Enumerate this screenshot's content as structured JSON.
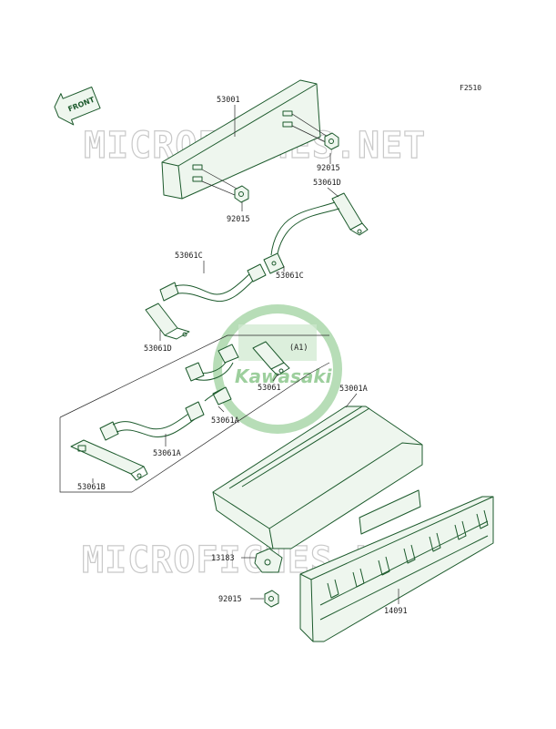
{
  "diagram": {
    "ref_code": "F2510",
    "direction_label": "FRONT",
    "watermark_text": "MICROFICHES.NET",
    "logo_text": "Kawasaki",
    "note_label": "(A1)",
    "callouts": [
      {
        "id": "c1",
        "text": "53001"
      },
      {
        "id": "c2",
        "text": "92015"
      },
      {
        "id": "c3",
        "text": "92015"
      },
      {
        "id": "c4",
        "text": "53061D"
      },
      {
        "id": "c5",
        "text": "53061C"
      },
      {
        "id": "c6",
        "text": "53061C"
      },
      {
        "id": "c7",
        "text": "53061D"
      },
      {
        "id": "c8",
        "text": "53061"
      },
      {
        "id": "c9",
        "text": "53061A"
      },
      {
        "id": "c10",
        "text": "53061A"
      },
      {
        "id": "c11",
        "text": "53061B"
      },
      {
        "id": "c12",
        "text": "53001A"
      },
      {
        "id": "c13",
        "text": "13183"
      },
      {
        "id": "c14",
        "text": "92015"
      },
      {
        "id": "c15",
        "text": "14091"
      }
    ]
  }
}
